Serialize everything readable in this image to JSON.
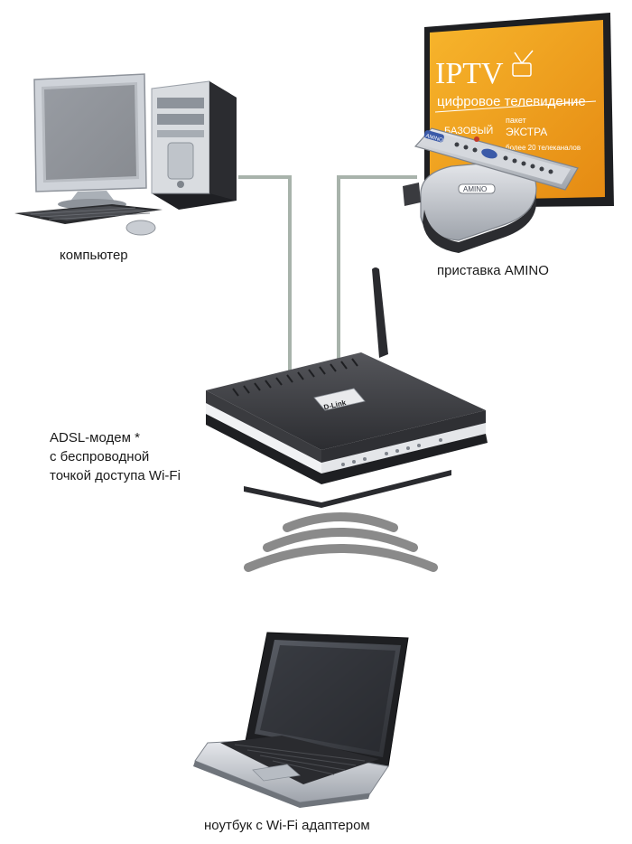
{
  "labels": {
    "computer": "компьютер",
    "settop": "приставка AMINO",
    "modem_line1": "ADSL-модем *",
    "modem_line2": "с  беспроводной",
    "modem_line3": "точкой доступа Wi-Fi",
    "laptop": "ноутбук с Wi-Fi адаптером"
  },
  "tv_screen": {
    "logo": "IPTV",
    "subtitle": "цифровое телевидение",
    "package_left": "БАЗОВЫЙ",
    "package_label": "пакет",
    "package_right": "ЭКСТРА",
    "channels": "более 20 телеканалов"
  },
  "devices": {
    "router_brand": "D-Link",
    "settop_brand": "AMINO",
    "remote_brand": "AMINO"
  },
  "colors": {
    "cable": "#a8b3ab",
    "wifi_waves": "#8a8a8a",
    "tv_screen": "#f2a51f",
    "router_body": "#3b3c40"
  }
}
